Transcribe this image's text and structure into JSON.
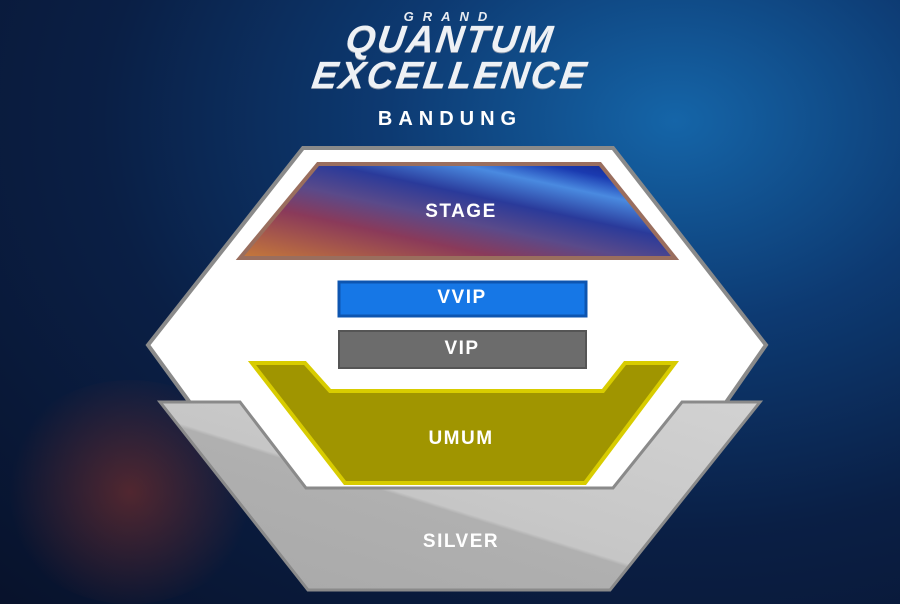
{
  "header": {
    "grand": "GRAND",
    "line1": "QUANTUM",
    "line2": "EXCELLENCE",
    "city": "BANDUNG"
  },
  "sections": {
    "stage": "STAGE",
    "vvip": "VVIP",
    "vip": "VIP",
    "umum": "UMUM",
    "silver": "SILVER"
  },
  "colors": {
    "vvip": "#1677e6",
    "vip": "#6c6c6c",
    "umum": "#a09500",
    "umum_border": "#d8cc00",
    "silver": "#bdbdbd",
    "stage_border": "#9a6e5e"
  }
}
